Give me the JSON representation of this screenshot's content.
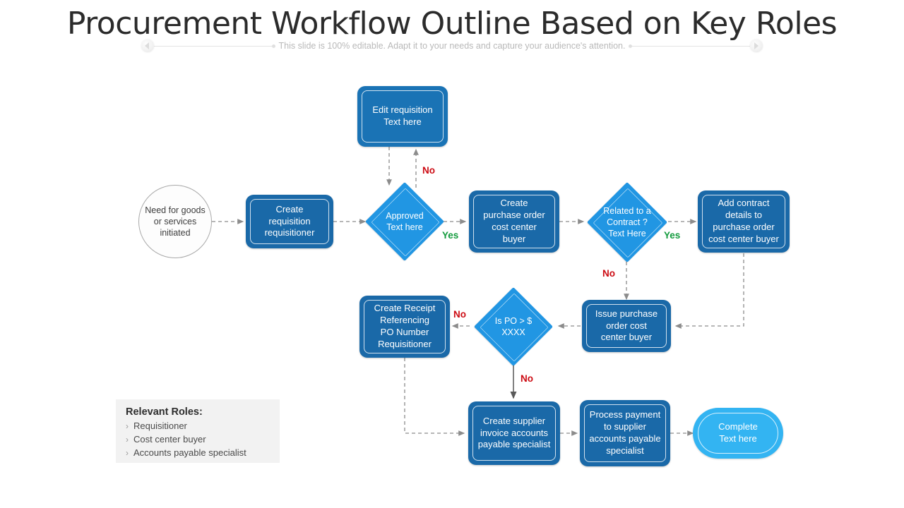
{
  "header": {
    "title": "Procurement Workflow Outline Based on Key Roles",
    "subtitle": "This slide is 100% editable. Adapt it to your needs and capture your audience's attention.",
    "handle_left_icon": "slider-handle-left-icon",
    "handle_right_icon": "slider-handle-right-icon"
  },
  "colors": {
    "process_fill": "#1a69a8",
    "decision_fill": "#2196e3",
    "terminal_end_fill": "#33b4f2",
    "terminal_start_fill": "#fdfdfd",
    "yes_label": "#139b3d",
    "no_label": "#cc0a12",
    "edge": "#8c8c8c",
    "legend_bg": "#f2f2f2",
    "title_text": "#2b2b2b"
  },
  "diagram": {
    "type": "flowchart",
    "nodes": [
      {
        "id": "start",
        "shape": "circle",
        "label": "Need for goods\nor services\ninitiated"
      },
      {
        "id": "create_req",
        "shape": "process",
        "label": "Create\nrequisition\nrequisitioner"
      },
      {
        "id": "edit_req",
        "shape": "process",
        "label": "Edit requisition\nText here"
      },
      {
        "id": "approved",
        "shape": "decision",
        "label": "Approved\nText here"
      },
      {
        "id": "create_po",
        "shape": "process",
        "label": "Create\npurchase order\ncost center\nbuyer"
      },
      {
        "id": "contract_q",
        "shape": "decision",
        "label": "Related to a\nContract ?\nText Here"
      },
      {
        "id": "add_contract",
        "shape": "process",
        "label": "Add contract\ndetails to\npurchase order\ncost center buyer"
      },
      {
        "id": "issue_po",
        "shape": "process",
        "label": "Issue purchase\norder cost\ncenter buyer"
      },
      {
        "id": "po_amount_q",
        "shape": "decision",
        "label": "Is PO > $\nXXXX"
      },
      {
        "id": "create_receipt",
        "shape": "process",
        "label": "Create Receipt\nReferencing\nPO Number\nRequisitioner"
      },
      {
        "id": "supplier_inv",
        "shape": "process",
        "label": "Create supplier\ninvoice accounts\npayable specialist"
      },
      {
        "id": "process_pay",
        "shape": "process",
        "label": "Process payment\nto supplier\naccounts payable\nspecialist"
      },
      {
        "id": "complete",
        "shape": "terminal",
        "label": "Complete\nText here"
      }
    ],
    "edges": [
      {
        "from": "start",
        "to": "create_req",
        "label": ""
      },
      {
        "from": "create_req",
        "to": "approved",
        "label": ""
      },
      {
        "from": "approved",
        "to": "edit_req",
        "label": "No"
      },
      {
        "from": "edit_req",
        "to": "approved",
        "label": ""
      },
      {
        "from": "approved",
        "to": "create_po",
        "label": "Yes"
      },
      {
        "from": "create_po",
        "to": "contract_q",
        "label": ""
      },
      {
        "from": "contract_q",
        "to": "add_contract",
        "label": "Yes"
      },
      {
        "from": "contract_q",
        "to": "issue_po",
        "label": "No"
      },
      {
        "from": "add_contract",
        "to": "issue_po",
        "label": ""
      },
      {
        "from": "issue_po",
        "to": "po_amount_q",
        "label": ""
      },
      {
        "from": "po_amount_q",
        "to": "create_receipt",
        "label": "No"
      },
      {
        "from": "po_amount_q",
        "to": "supplier_inv",
        "label": "No"
      },
      {
        "from": "create_receipt",
        "to": "supplier_inv",
        "label": ""
      },
      {
        "from": "supplier_inv",
        "to": "process_pay",
        "label": ""
      },
      {
        "from": "process_pay",
        "to": "complete",
        "label": ""
      }
    ],
    "branch_labels": [
      {
        "id": "no_edit",
        "text": "No",
        "kind": "no"
      },
      {
        "id": "yes_approved",
        "text": "Yes",
        "kind": "yes"
      },
      {
        "id": "yes_contract",
        "text": "Yes",
        "kind": "yes"
      },
      {
        "id": "no_contract",
        "text": "No",
        "kind": "no"
      },
      {
        "id": "no_receipt",
        "text": "No",
        "kind": "no"
      },
      {
        "id": "no_invoice",
        "text": "No",
        "kind": "no"
      }
    ]
  },
  "legend": {
    "title": "Relevant Roles:",
    "bullet": "›",
    "items": [
      "Requisitioner",
      "Cost center buyer",
      "Accounts payable specialist"
    ]
  }
}
